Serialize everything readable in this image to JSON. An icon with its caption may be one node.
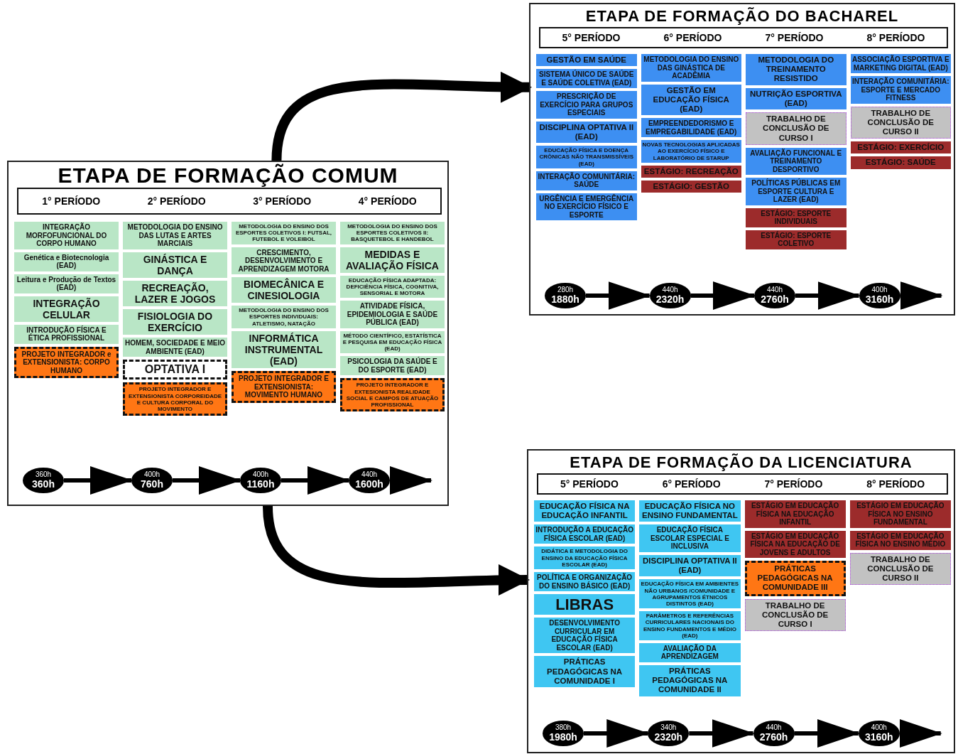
{
  "diagram": {
    "nodes": [
      {
        "text": [
          "ETAPA DE FORMAÇÃO COMUM"
        ]
      },
      {
        "text": [
          "1° PERÍODO",
          "2° PERÍODO",
          "3° PERÍODO",
          "4° PERÍODO"
        ],
        "in": 0
      },
      {
        "text": [
          "INTEGRAÇÃO MORFOFUNCIONAL DO CORPO HUMANO"
        ],
        "in": 0
      },
      {
        "text": [
          "Genética e Biotecnologia (EAD)"
        ],
        "in": 0
      },
      {
        "text": [
          "Leitura e Produção de Textos (EAD)"
        ],
        "in": 0
      },
      {
        "text": [
          "INTEGRAÇÃO CELULAR"
        ],
        "in": 0
      },
      {
        "text": [
          "INTRODUÇÃO FÍSICA E ÉTICA PROFISSIONAL"
        ],
        "in": 0
      },
      {
        "text": [
          "PROJETO INTEGRADOR e EXTENSIONISTA: CORPO HUMANO"
        ],
        "in": 0
      },
      {
        "text": [
          "METODOLOGIA DO ENSINO DAS LUTAS E ARTES MARCIAIS"
        ],
        "in": 0
      },
      {
        "text": [
          "GINÁSTICA E DANÇA"
        ],
        "in": 0
      },
      {
        "text": [
          "RECREAÇÃO, LAZER E JOGOS"
        ],
        "in": 0
      },
      {
        "text": [
          "FISIOLOGIA DO EXERCÍCIO"
        ],
        "in": 0
      },
      {
        "text": [
          "HOMEM, SOCIEDADE E MEIO AMBIENTE (EAD)"
        ],
        "in": 0
      },
      {
        "text": [
          "OPTATIVA I"
        ],
        "in": 0
      },
      {
        "text": [
          "PROJETO INTEGRADOR E EXTENSIONISTA CORPOREIDADE E CULTURA CORPORAL DO MOVIMENTO"
        ],
        "in": 0
      },
      {
        "text": [
          "METODOLOGIA DO ENSINO DOS ESPORTES COLETIVOS I: FUTSAL, FUTEBOL E VOLEIBOL"
        ],
        "in": 0
      },
      {
        "text": [
          "CRESCIMENTO, DESENVOLVIMENTO E APRENDIZAGEM MOTORA"
        ],
        "in": 0
      },
      {
        "text": [
          "BIOMECÂNICA E CINESIOLOGIA"
        ],
        "in": 0
      },
      {
        "text": [
          "METODOLOGIA DO ENSINO DOS ESPORTES INDIVIDUAIS: ATLETISMO, NATAÇÃO"
        ],
        "in": 0
      },
      {
        "text": [
          "INFORMÁTICA INSTRUMENTAL (EAD)"
        ],
        "in": 0
      },
      {
        "text": [
          "PROJETO INTEGRADOR E EXTENSIONISTA: MOVIMENTO HUMANO"
        ],
        "in": 0
      },
      {
        "text": [
          "METODOLOGIA DO ENSINO DOS ESPORTES COLETIVOS II: BASQUETEBOL E HANDEBOL"
        ],
        "in": 0
      },
      {
        "text": [
          "MEDIDAS E AVALIAÇÃO FÍSICA"
        ],
        "in": 0
      },
      {
        "text": [
          "EDUCAÇÃO FÍSICA ADAPTADA: DEFICIÊNCIA FÍSICA, COGNITIVA, SENSORIAL E MOTORA"
        ],
        "in": 0
      },
      {
        "text": [
          "ATIVIDADE FÍSICA, EPIDEMIOLOGIA E SAÚDE PÚBLICA (EAD)"
        ],
        "in": 0
      },
      {
        "text": [
          "MÉTODO CIENTÍFICO, ESTATÍSTICA E PESQUISA EM EDUCAÇÃO FÍSICA (EAD)"
        ],
        "in": 0
      },
      {
        "text": [
          "PSICOLOGIA DA SAÚDE E DO ESPORTE (EAD)"
        ],
        "in": 0
      },
      {
        "text": [
          "PROJETO INTEGRADOR E EXTESIONISTA REALIDADE SOCIAL E CAMPOS DE ATUAÇÃO PROFISSIONAL"
        ],
        "in": 0
      },
      {
        "text": [
          "360h",
          "360h"
        ],
        "in": 0
      },
      {
        "text": [
          "400h",
          "760h"
        ],
        "in": 0
      },
      {
        "text": [
          "400h",
          "1160h"
        ],
        "in": 0
      },
      {
        "text": [
          "440h",
          "1600h"
        ],
        "in": 0
      },
      {
        "text": [
          "ETAPA DE FORMAÇÃO DO BACHAREL"
        ]
      },
      {
        "text": [
          "5° PERÍODO",
          "6° PERÍODO",
          "7° PERÍODO",
          "8° PERÍODO"
        ],
        "in": 32
      },
      {
        "text": [
          "GESTÃO EM SAÚDE"
        ],
        "in": 32
      },
      {
        "text": [
          "SISTEMA ÚNICO DE SAÚDE E SAÚDE COLETIVA (EAD)"
        ],
        "in": 32
      },
      {
        "text": [
          "PRESCRIÇÃO DE EXERCÍCIO PARA GRUPOS ESPECIAIS"
        ],
        "in": 32
      },
      {
        "text": [
          "DISCIPLINA OPTATIVA II (EAD)"
        ],
        "in": 32
      },
      {
        "text": [
          "EDUCAÇÃO FÍSICA E DOENÇA CRÔNICAS NÃO TRANSMISSÍVEIS (EAD)"
        ],
        "in": 32
      },
      {
        "text": [
          "INTERAÇÃO COMUNITÁRIA: SAÚDE"
        ],
        "in": 32
      },
      {
        "text": [
          "URGÊNCIA E EMERGÊNCIA NO EXERCÍCIO FÍSICO E ESPORTE"
        ],
        "in": 32
      },
      {
        "text": [
          "METODOLOGIA DO ENSINO DAS GINÁSTICA DE ACADÊMIA"
        ],
        "in": 32
      },
      {
        "text": [
          "GESTÃO EM EDUCAÇÃO FÍSICA (EAD)"
        ],
        "in": 32
      },
      {
        "text": [
          "EMPREENDEDORISMO E EMPREGABILIDADE (EAD)"
        ],
        "in": 32
      },
      {
        "text": [
          "NOVAS TECNOLOGIAS APLICADAS AO EXERCÍCIO FÍSICO E LABORATÓRIO DE STARUP"
        ],
        "in": 32
      },
      {
        "text": [
          "ESTÁGIO: RECREAÇÃO"
        ],
        "in": 32
      },
      {
        "text": [
          "ESTÁGIO: GESTÃO"
        ],
        "in": 32
      },
      {
        "text": [
          "METODOLOGIA DO TREINAMENTO RESISTIDO"
        ],
        "in": 32
      },
      {
        "text": [
          "NUTRIÇÃO ESPORTIVA (EAD)"
        ],
        "in": 32
      },
      {
        "text": [
          "TRABALHO DE CONCLUSÃO DE CURSO I"
        ],
        "in": 32
      },
      {
        "text": [
          "AVALIAÇÃO FUNCIONAL E TREINAMENTO DESPORTIVO"
        ],
        "in": 32
      },
      {
        "text": [
          "POLÍTICAS PÚBLICAS EM ESPORTE CULTURA E LAZER (EAD)"
        ],
        "in": 32
      },
      {
        "text": [
          "ESTÁGIO: ESPORTE INDIVIDUAIS"
        ],
        "in": 32
      },
      {
        "text": [
          "ESTÁGIO: ESPORTE COLETIVO"
        ],
        "in": 32
      },
      {
        "text": [
          "ASSOCIAÇÃO ESPORTIVA E MARKETING DIGITAL (EAD)"
        ],
        "in": 32
      },
      {
        "text": [
          "INTERAÇÃO COMUNITÁRIA: ESPORTE E MERCADO FITNESS"
        ],
        "in": 32
      },
      {
        "text": [
          "TRABALHO DE CONCLUSÃO DE CURSO II"
        ],
        "in": 32
      },
      {
        "text": [
          "ESTÁGIO: EXERCÍCIO"
        ],
        "in": 32
      },
      {
        "text": [
          "ESTÁGIO: SAÚDE"
        ],
        "in": 32
      },
      {
        "text": [
          "280h",
          "1880h"
        ],
        "in": 32
      },
      {
        "text": [
          "440h",
          "2320h"
        ],
        "in": 32
      },
      {
        "text": [
          "440h",
          "2760h"
        ],
        "in": 32
      },
      {
        "text": [
          "400h",
          "3160h"
        ],
        "in": 32
      },
      {
        "text": [
          "ETAPA DE FORMAÇÃO DA LICENCIATURA"
        ]
      },
      {
        "text": [
          "5° PERÍODO",
          "6° PERÍODO",
          "7° PERÍODO",
          "8° PERÍODO"
        ],
        "in": 63
      },
      {
        "text": [
          "EDUCAÇÃO FÍSICA NA EDUCAÇÃO INFANTIL"
        ],
        "in": 63
      },
      {
        "text": [
          "INTRODUÇÃO A EDUCAÇÃO FÍSICA ESCOLAR (EAD)"
        ],
        "in": 63
      },
      {
        "text": [
          "DIDÁTICA E METODOLOGIA DO ENSINO DA EDUCAÇÃO FÍSICA ESCOLAR (EAD)"
        ],
        "in": 63
      },
      {
        "text": [
          "POLÍTICA E ORGANIZAÇÃO DO ENSINO BÁSICO (EAD)"
        ],
        "in": 63
      },
      {
        "text": [
          "LIBRAS"
        ],
        "in": 63
      },
      {
        "text": [
          "DESENVOLVIMENTO CURRICULAR EM EDUCAÇÃO FÍSICA ESCOLAR (EAD)"
        ],
        "in": 63
      },
      {
        "text": [
          "PRÁTICAS PEDAGÓGICAS NA COMUNIDADE I"
        ],
        "in": 63
      },
      {
        "text": [
          "EDUCAÇÃO FÍSICA NO ENSINO FUNDAMENTAL"
        ],
        "in": 63
      },
      {
        "text": [
          "EDUCAÇÃO FÍSICA ESCOLAR ESPECIAL E INCLUSIVA"
        ],
        "in": 63
      },
      {
        "text": [
          "DISCIPLINA OPTATIVA II (EAD)"
        ],
        "in": 63
      },
      {
        "text": [
          "EDUCAÇÃO FÍSICA EM AMBIENTES NÃO URBANOS /COMUNIDADE E AGRUPAMENTOS ÉTNICOS DISTINTOS (EAD)"
        ],
        "in": 63
      },
      {
        "text": [
          "PARÂMETROS E REFERÊNCIAS CURRICULARES NACIONAIS DO ENSINO FUNDAMENTOS E MÉDIO (EAD)"
        ],
        "in": 63
      },
      {
        "text": [
          "AVALIAÇÃO DA APRENDIZAGEM"
        ],
        "in": 63
      },
      {
        "text": [
          "PRÁTICAS PEDAGÓGICAS NA COMUNIDADE II"
        ],
        "in": 63
      },
      {
        "text": [
          "ESTÁGIO EM EDUCAÇÃO FÍSICA NA EDUCAÇÃO INFANTIL"
        ],
        "in": 63
      },
      {
        "text": [
          "ESTÁGIO EM EDUCAÇÃO FÍSICA NA EDUCAÇÃO DE JOVENS E ADULTOS"
        ],
        "in": 63
      },
      {
        "text": [
          "PRÁTICAS PEDAGÓGICAS NA COMUNIDADE III"
        ],
        "in": 63
      },
      {
        "text": [
          "TRABALHO DE CONCLUSÃO DE CURSO I"
        ],
        "in": 63
      },
      {
        "text": [
          "ESTÁGIO EM EDUCAÇÃO FÍSICA NO ENSINO FUNDAMENTAL"
        ],
        "in": 63
      },
      {
        "text": [
          "ESTÁGIO EM EDUCAÇÃO FÍSICA NO ENSINO MÉDIO"
        ],
        "in": 63
      },
      {
        "text": [
          "TRABALHO DE CONCLUSÃO DE CURSO II"
        ],
        "in": 63
      },
      {
        "text": [
          "380h",
          "1980h"
        ],
        "in": 63
      },
      {
        "text": [
          "340h",
          "2320h"
        ],
        "in": 63
      },
      {
        "text": [
          "440h",
          "2760h"
        ],
        "in": 63
      },
      {
        "text": [
          "400h",
          "3160h"
        ],
        "in": 63
      }
    ],
    "edges": [
      {
        "from": 0,
        "to": 32,
        "arrow": "to",
        "style": "thick"
      },
      {
        "from": 0,
        "to": 63,
        "arrow": "to",
        "style": "thick"
      },
      {
        "from": 28,
        "to": 29,
        "arrow": "to"
      },
      {
        "from": 29,
        "to": 30,
        "arrow": "to"
      },
      {
        "from": 30,
        "to": 31,
        "arrow": "to"
      },
      {
        "from": 31,
        "to": null,
        "arrow": "to"
      },
      {
        "from": 59,
        "to": 60,
        "arrow": "to"
      },
      {
        "from": 60,
        "to": 61,
        "arrow": "to"
      },
      {
        "from": 61,
        "to": 62,
        "arrow": "to"
      },
      {
        "from": 62,
        "to": null,
        "arrow": "to"
      },
      {
        "from": 86,
        "to": 87,
        "arrow": "to"
      },
      {
        "from": 87,
        "to": 88,
        "arrow": "to"
      },
      {
        "from": 88,
        "to": 89,
        "arrow": "to"
      },
      {
        "from": 89,
        "to": null,
        "arrow": "to"
      }
    ]
  }
}
